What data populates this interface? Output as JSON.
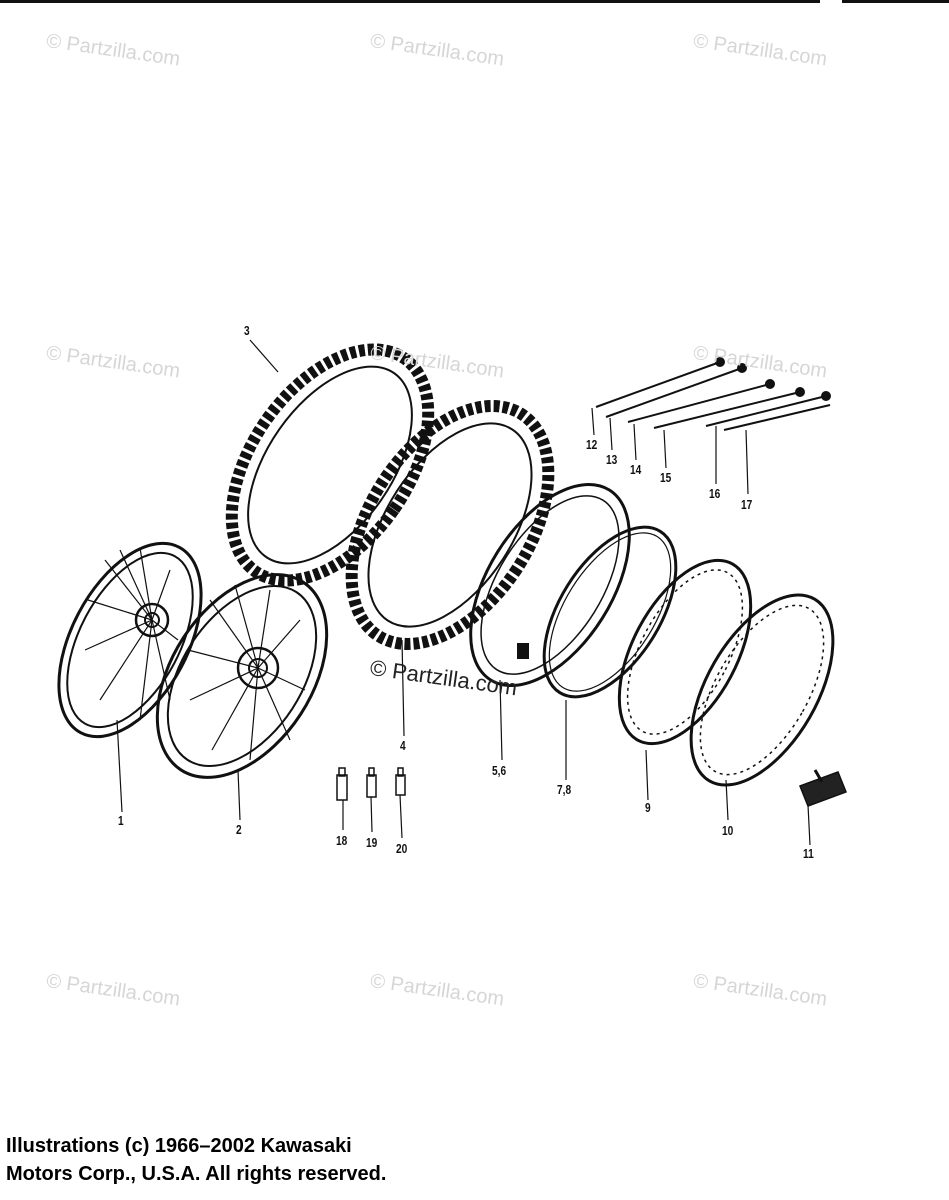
{
  "watermarks": [
    "© Partzilla.com",
    "© Partzilla.com",
    "© Partzilla.com",
    "© Partzilla.com",
    "© Partzilla.com",
    "© Partzilla.com",
    "© Partzilla.com",
    "© Partzilla.com",
    "© Partzilla.com",
    "© Partzilla.com"
  ],
  "callouts": [
    "1",
    "2",
    "3",
    "4",
    "5,6",
    "7,8",
    "9",
    "10",
    "11",
    "12",
    "13",
    "14",
    "15",
    "16",
    "17",
    "18",
    "19",
    "20"
  ],
  "copyright": {
    "line1": "Illustrations (c) 1966–2002 Kawasaki",
    "line2": "Motors Corp., U.S.A.  All rights reserved."
  }
}
